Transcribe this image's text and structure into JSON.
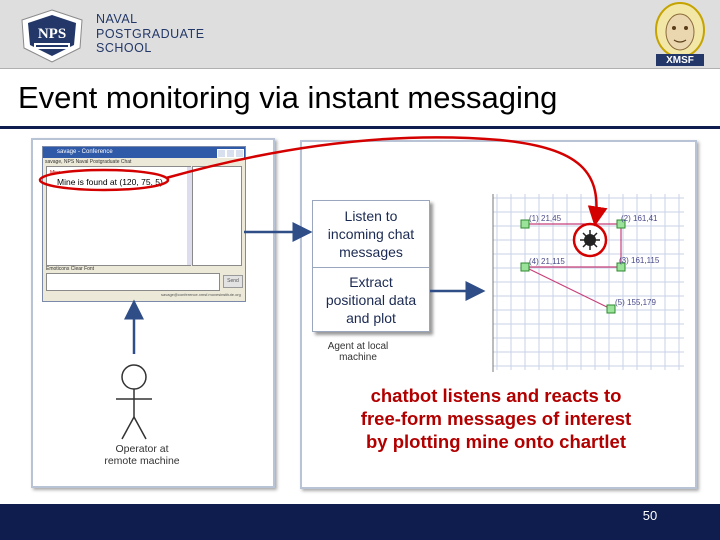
{
  "header": {
    "school_lines": "NAVAL\nPOSTGRADUATE\nSCHOOL",
    "nps_seal_text": "NPS",
    "xmsf_text": "XMSF"
  },
  "title": "Event monitoring via instant messaging",
  "chat_window": {
    "title": "savage - Conference",
    "subtitle": "savage, NPS Naval Postgraduate Chat",
    "user": "Mine",
    "message": "Mine is found at (120, 75, 5)",
    "toolbar": "Emoticons    Clear    Font",
    "send_label": "Send",
    "status": "savage@conference.xmsf.movesinstitute.org"
  },
  "process": {
    "listen_lines": [
      "Listen to",
      "incoming chat",
      "messages"
    ],
    "extract_lines": [
      "Extract",
      "positional data",
      "and plot"
    ]
  },
  "agent_label": [
    "Agent at local",
    "machine"
  ],
  "operator_label": [
    "Operator at",
    "remote machine"
  ],
  "caption_lines": [
    "chatbot listens and reacts to",
    "free-form messages of interest",
    "by plotting mine onto chartlet"
  ],
  "chartlet": {
    "points": [
      {
        "label": "(1) 21,45"
      },
      {
        "label": "(2) 161,41"
      },
      {
        "label": "(3) 161,115"
      },
      {
        "label": "(4) 21,115"
      },
      {
        "label": "(5) 155,179"
      }
    ]
  },
  "page_number": "50",
  "colors": {
    "navy": "#0f1d4e",
    "caption_red": "#b20000",
    "arrow_blue": "#2f4d86",
    "highlight_red": "#d40000"
  }
}
